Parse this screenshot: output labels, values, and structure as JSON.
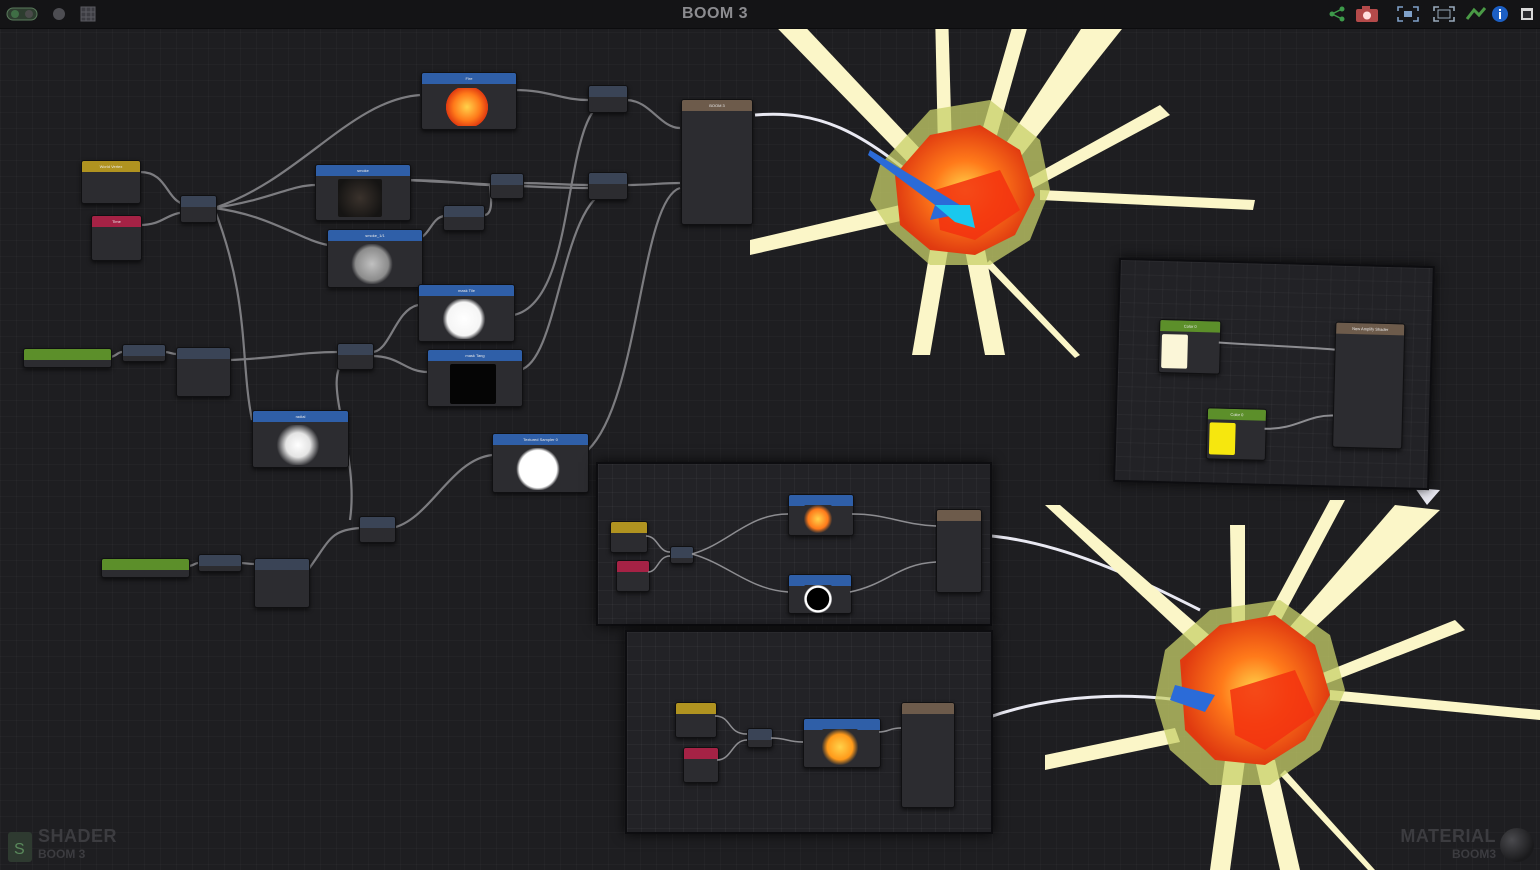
{
  "window": {
    "title": "BOOM 3"
  },
  "toolbar_right_icons": [
    "share-icon",
    "camera-icon",
    "focus-selected-icon",
    "fit-view-icon",
    "live-icon",
    "info-icon"
  ],
  "toolbar_left_icons": [
    "live-toggle-icon",
    "dot-icon",
    "grid-icon"
  ],
  "corner_left": {
    "type": "SHADER",
    "name": "BOOM 3"
  },
  "corner_right": {
    "type": "MATERIAL",
    "name": "BOOM3"
  },
  "nodes": {
    "fire": "Fire",
    "smoke": "smoke",
    "smoke_1": "smoke_1/1",
    "mask_tile": "mask Tile",
    "mask_tang": "mask Tang",
    "radial": "radial",
    "textured_sampler": "Textured Sampler 0",
    "vertex_color": "World Vertex",
    "time": "Time",
    "main": "BOOM 3",
    "color0": "Color 0",
    "color0b": "Color 0",
    "new_amplify": "New Amplify Shader"
  },
  "colors": {
    "accent_blue": "#2f5fa8",
    "wire": "#9a9a9e",
    "fire_orange": "#ff6a1a",
    "beam": "#fbf6c8"
  }
}
